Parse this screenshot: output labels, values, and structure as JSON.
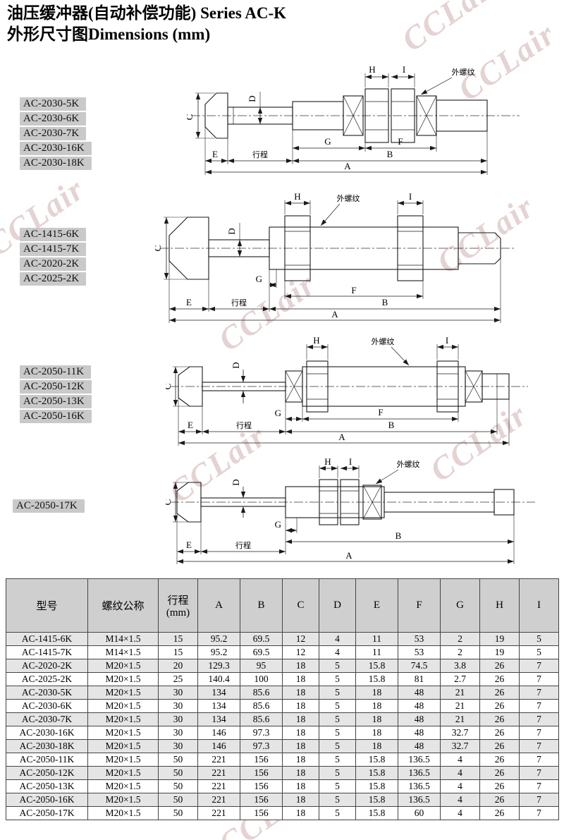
{
  "page": {
    "title_line1": "油压缓冲器(自动补偿功能) Series AC-K",
    "title_line2": "外形尺寸图Dimensions (mm)",
    "watermark_text": "CCLair"
  },
  "dim_labels": {
    "A": "A",
    "B": "B",
    "C": "C",
    "D": "D",
    "E": "E",
    "F": "F",
    "G": "G",
    "H": "H",
    "I": "I",
    "stroke": "行程",
    "thread": "外螺纹"
  },
  "drawings": [
    {
      "models": [
        "AC-2030-5K",
        "AC-2030-6K",
        "AC-2030-7K",
        "AC-2030-16K",
        "AC-2030-18K"
      ]
    },
    {
      "models": [
        "AC-1415-6K",
        "AC-1415-7K",
        "AC-2020-2K",
        "AC-2025-2K"
      ]
    },
    {
      "models": [
        "AC-2050-11K",
        "AC-2050-12K",
        "AC-2050-13K",
        "AC-2050-16K"
      ]
    },
    {
      "models": [
        "AC-2050-17K"
      ]
    }
  ],
  "table": {
    "headers": [
      "型号",
      "螺纹公称",
      "行程 (mm)",
      "A",
      "B",
      "C",
      "D",
      "E",
      "F",
      "G",
      "H",
      "I"
    ],
    "rows": [
      [
        "AC-1415-6K",
        "M14×1.5",
        "15",
        "95.2",
        "69.5",
        "12",
        "4",
        "11",
        "53",
        "2",
        "19",
        "5"
      ],
      [
        "AC-1415-7K",
        "M14×1.5",
        "15",
        "95.2",
        "69.5",
        "12",
        "4",
        "11",
        "53",
        "2",
        "19",
        "5"
      ],
      [
        "AC-2020-2K",
        "M20×1.5",
        "20",
        "129.3",
        "95",
        "18",
        "5",
        "15.8",
        "74.5",
        "3.8",
        "26",
        "7"
      ],
      [
        "AC-2025-2K",
        "M20×1.5",
        "25",
        "140.4",
        "100",
        "18",
        "5",
        "15.8",
        "81",
        "2.7",
        "26",
        "7"
      ],
      [
        "AC-2030-5K",
        "M20×1.5",
        "30",
        "134",
        "85.6",
        "18",
        "5",
        "18",
        "48",
        "21",
        "26",
        "7"
      ],
      [
        "AC-2030-6K",
        "M20×1.5",
        "30",
        "134",
        "85.6",
        "18",
        "5",
        "18",
        "48",
        "21",
        "26",
        "7"
      ],
      [
        "AC-2030-7K",
        "M20×1.5",
        "30",
        "134",
        "85.6",
        "18",
        "5",
        "18",
        "48",
        "21",
        "26",
        "7"
      ],
      [
        "AC-2030-16K",
        "M20×1.5",
        "30",
        "146",
        "97.3",
        "18",
        "5",
        "18",
        "48",
        "32.7",
        "26",
        "7"
      ],
      [
        "AC-2030-18K",
        "M20×1.5",
        "30",
        "146",
        "97.3",
        "18",
        "5",
        "18",
        "48",
        "32.7",
        "26",
        "7"
      ],
      [
        "AC-2050-11K",
        "M20×1.5",
        "50",
        "221",
        "156",
        "18",
        "5",
        "15.8",
        "136.5",
        "4",
        "26",
        "7"
      ],
      [
        "AC-2050-12K",
        "M20×1.5",
        "50",
        "221",
        "156",
        "18",
        "5",
        "15.8",
        "136.5",
        "4",
        "26",
        "7"
      ],
      [
        "AC-2050-13K",
        "M20×1.5",
        "50",
        "221",
        "156",
        "18",
        "5",
        "15.8",
        "136.5",
        "4",
        "26",
        "7"
      ],
      [
        "AC-2050-16K",
        "M20×1.5",
        "50",
        "221",
        "156",
        "18",
        "5",
        "15.8",
        "136.5",
        "4",
        "26",
        "7"
      ],
      [
        "AC-2050-17K",
        "M20×1.5",
        "50",
        "221",
        "156",
        "18",
        "5",
        "15.8",
        "60",
        "4",
        "26",
        "7"
      ]
    ]
  }
}
